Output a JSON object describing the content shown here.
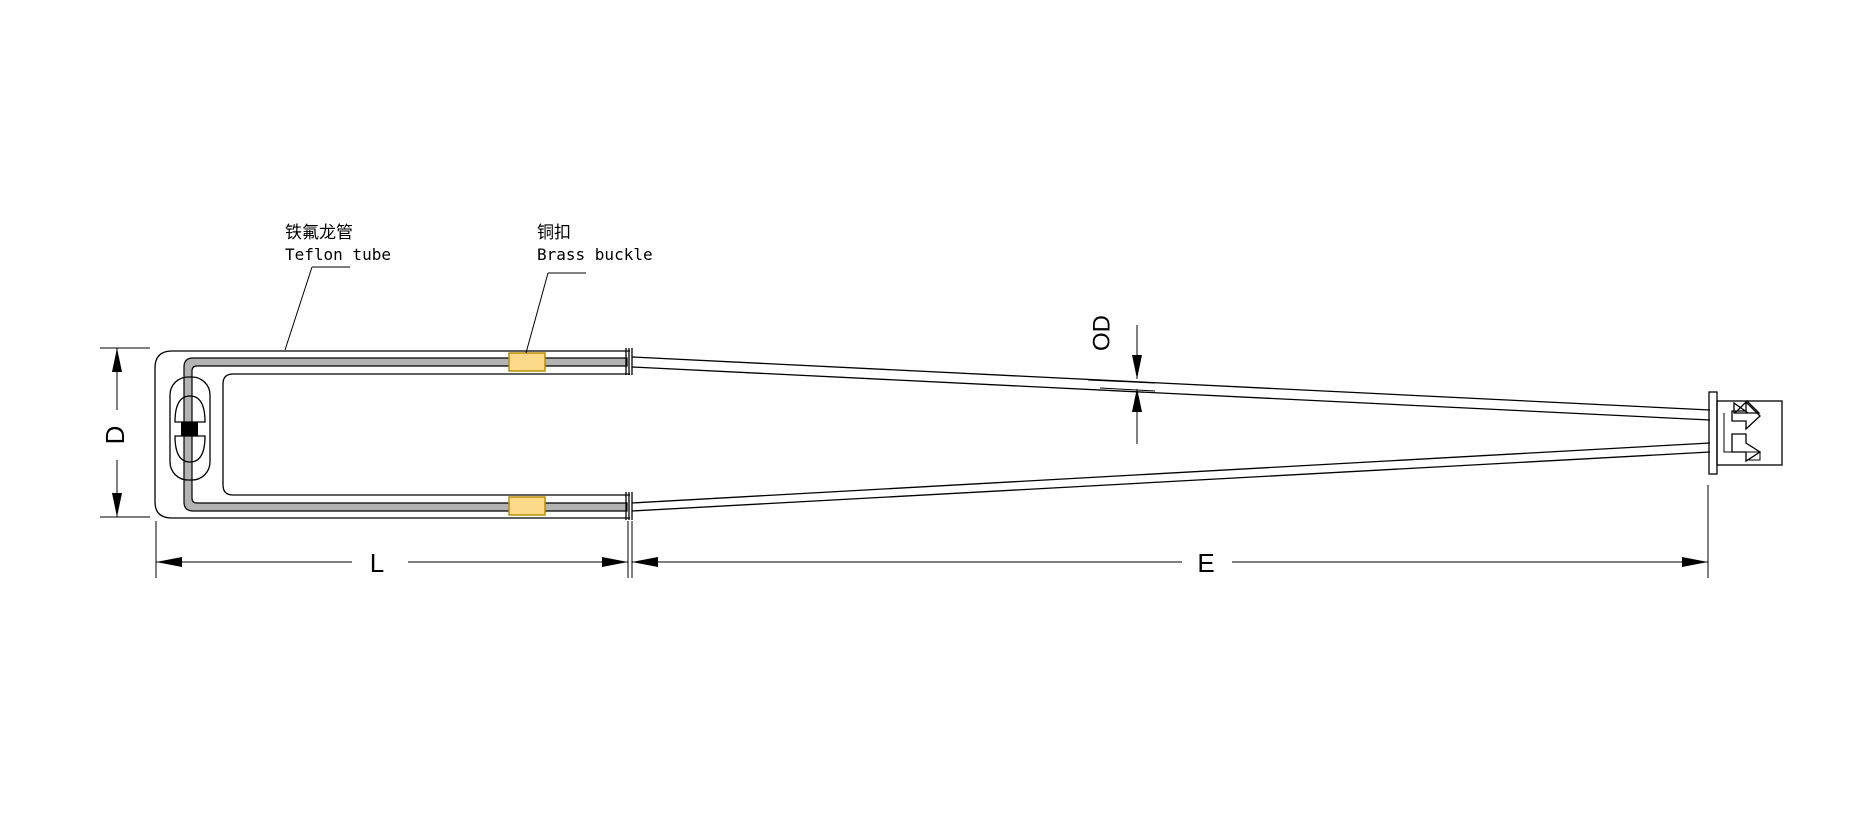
{
  "callouts": {
    "teflon": {
      "cn": "铁氟龙管",
      "en": "Teflon tube"
    },
    "brass": {
      "cn": "铜扣",
      "en": "Brass buckle"
    }
  },
  "dimensions": {
    "d": "D",
    "l": "L",
    "e": "E",
    "od": "OD"
  },
  "colors": {
    "tube": "#b3b3b3",
    "buckle": "#fdd98a",
    "buckle_stroke": "#b8900a",
    "sensor": "#000000"
  }
}
